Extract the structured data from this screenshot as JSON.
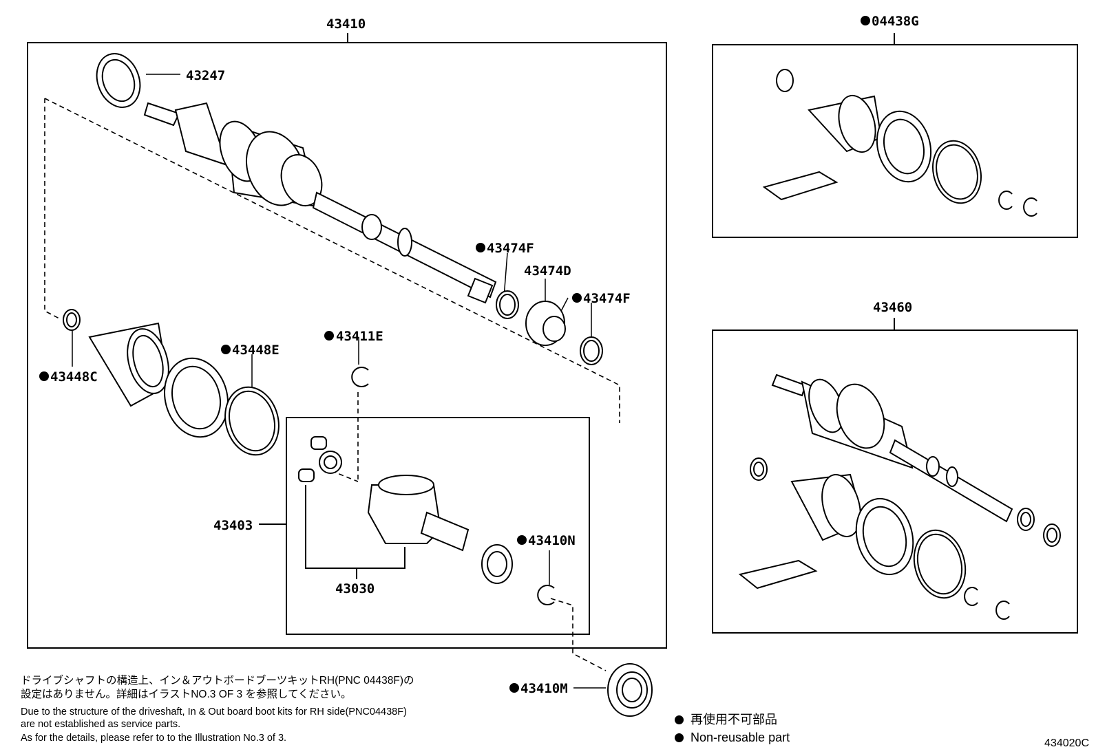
{
  "legend_symbol": "●",
  "parts": {
    "p43410": "43410",
    "p43247": "43247",
    "p43474F_a": "43474F",
    "p43474D": "43474D",
    "p43474F_b": "43474F",
    "p43448E": "43448E",
    "p43448C": "43448C",
    "p43411E": "43411E",
    "p43403": "43403",
    "p43030": "43030",
    "p43410N": "43410N",
    "p43410M": "43410M",
    "p04438G": "04438G",
    "p43460": "43460"
  },
  "notes": {
    "jp_line1": "ドライブシャフトの構造上、イン＆アウトボードブーツキットRH(PNC 04438F)の",
    "jp_line2": "設定はありません。詳細はイラストNO.3 OF 3 を参照してください。",
    "en_line1": "Due to the structure of the driveshaft, In & Out board  boot kits for RH side(PNC04438F)",
    "en_line2": "are not established as service parts.",
    "en_line3": "As for the details, please refer to to the Illustration No.3 of 3."
  },
  "legend": {
    "jp": "再使用不可部品",
    "en": "Non-reusable part"
  },
  "illustration_id": "434020C"
}
